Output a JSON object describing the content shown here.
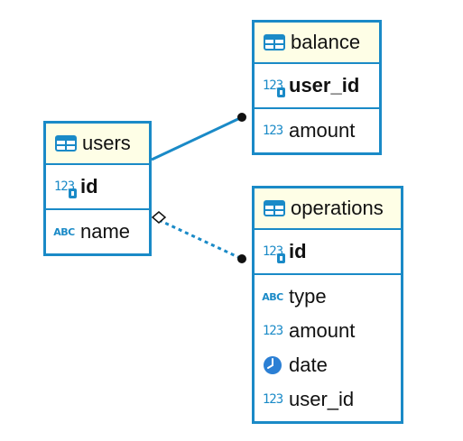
{
  "diagram": {
    "entities": [
      {
        "id": "users",
        "title": "users",
        "sections": [
          [
            {
              "name": "id",
              "type": "numeric",
              "pk": true
            }
          ],
          [
            {
              "name": "name",
              "type": "text",
              "pk": false
            }
          ]
        ]
      },
      {
        "id": "balance",
        "title": "balance",
        "sections": [
          [
            {
              "name": "user_id",
              "type": "numeric",
              "pk": true
            }
          ],
          [
            {
              "name": "amount",
              "type": "numeric",
              "pk": false
            }
          ]
        ]
      },
      {
        "id": "operations",
        "title": "operations",
        "sections": [
          [
            {
              "name": "id",
              "type": "numeric",
              "pk": true
            }
          ],
          [
            {
              "name": "type",
              "type": "text",
              "pk": false
            },
            {
              "name": "amount",
              "type": "numeric",
              "pk": false
            },
            {
              "name": "date",
              "type": "datetime",
              "pk": false
            },
            {
              "name": "user_id",
              "type": "numeric",
              "pk": false
            }
          ]
        ]
      }
    ],
    "relationships": [
      {
        "from": "users",
        "to": "balance",
        "style": "solid",
        "from_end": "none",
        "to_end": "dot"
      },
      {
        "from": "users",
        "to": "operations",
        "style": "dashed",
        "from_end": "diamond",
        "to_end": "dot"
      }
    ],
    "icon_labels": {
      "numeric": "123",
      "text": "ABC"
    },
    "colors": {
      "border": "#1a8ac7",
      "header_bg": "#fefee6",
      "icon": "#1a8ac7",
      "date_icon": "#2b7fd4",
      "text": "#111111"
    }
  }
}
